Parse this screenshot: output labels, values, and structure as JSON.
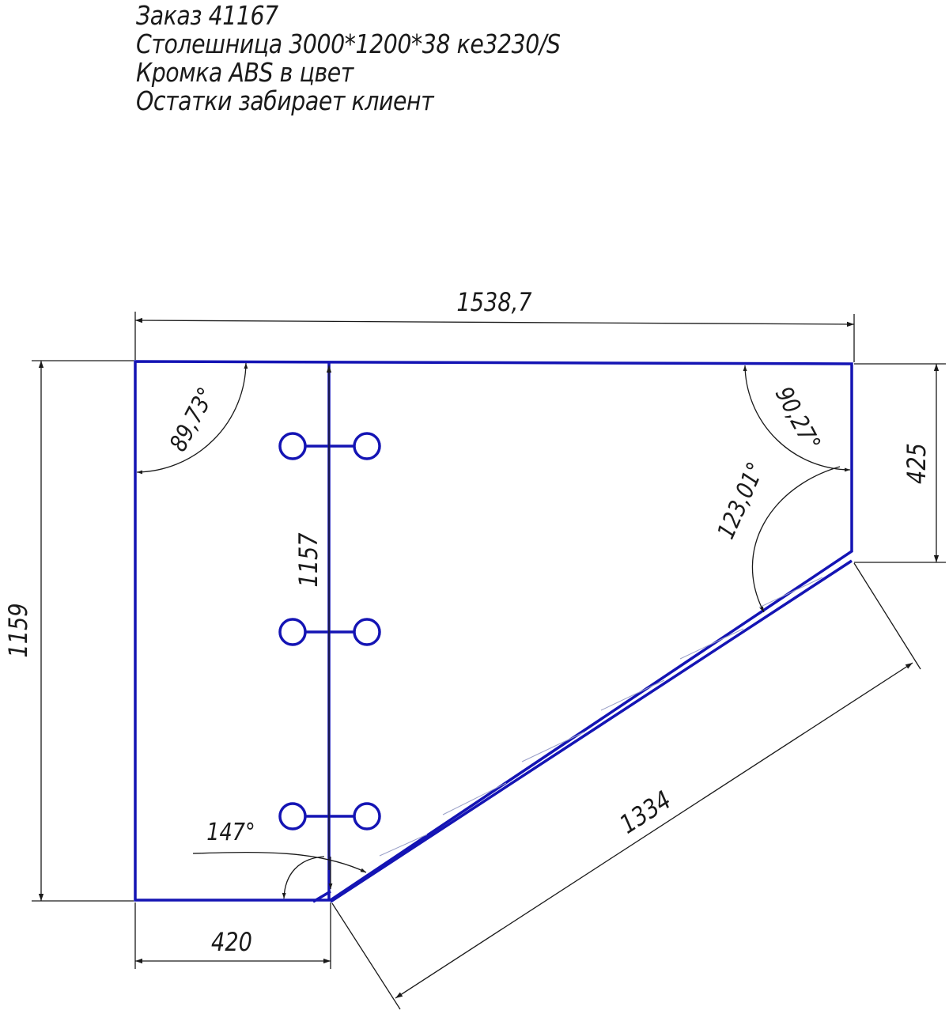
{
  "notes": {
    "order": "Заказ 41167",
    "worktop": "Столешница 3000*1200*38 ке3230/S",
    "edge": "Кромка ABS в цвет",
    "leftovers": "Остатки забирает клиент"
  },
  "dimensions": {
    "top_width": "1538,7",
    "left_height": "1159",
    "inner_height": "1157",
    "right_height": "425",
    "bottom_width": "420",
    "diagonal": "1334"
  },
  "angles": {
    "top_left": "89,73°",
    "top_right": "90,27°",
    "diagonal_corner": "123,01°",
    "bottom": "147°"
  },
  "colors": {
    "outline": "#1414b4",
    "dimension": "#1a1a1a",
    "background": "#ffffff"
  }
}
